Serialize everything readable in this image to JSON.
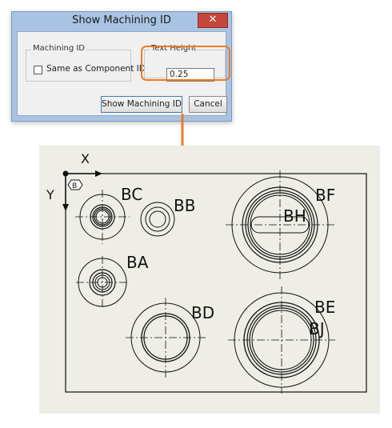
{
  "dialog": {
    "title": "Show Machining ID",
    "close_glyph": "✕",
    "machining_group": {
      "label": "Machining ID",
      "checkbox_label": "Same as Component ID",
      "checked": false
    },
    "text_height_group": {
      "label": "Text Height",
      "value": "0.25"
    },
    "buttons": {
      "show_label": "Show Machining ID",
      "cancel_label": "Cancel"
    }
  },
  "drawing": {
    "axis_x_label": "X",
    "axis_y_label": "Y",
    "origin_tag": "B",
    "feature_labels": {
      "bc": "BC",
      "bb": "BB",
      "bf": "BF",
      "bh": "BH",
      "ba": "BA",
      "bd": "BD",
      "be": "BE",
      "bj": "BJ"
    },
    "colors": {
      "callout_arrow": "#ee7a21",
      "highlight": "#ee7a21",
      "drawing_background": "#eeede6"
    }
  }
}
